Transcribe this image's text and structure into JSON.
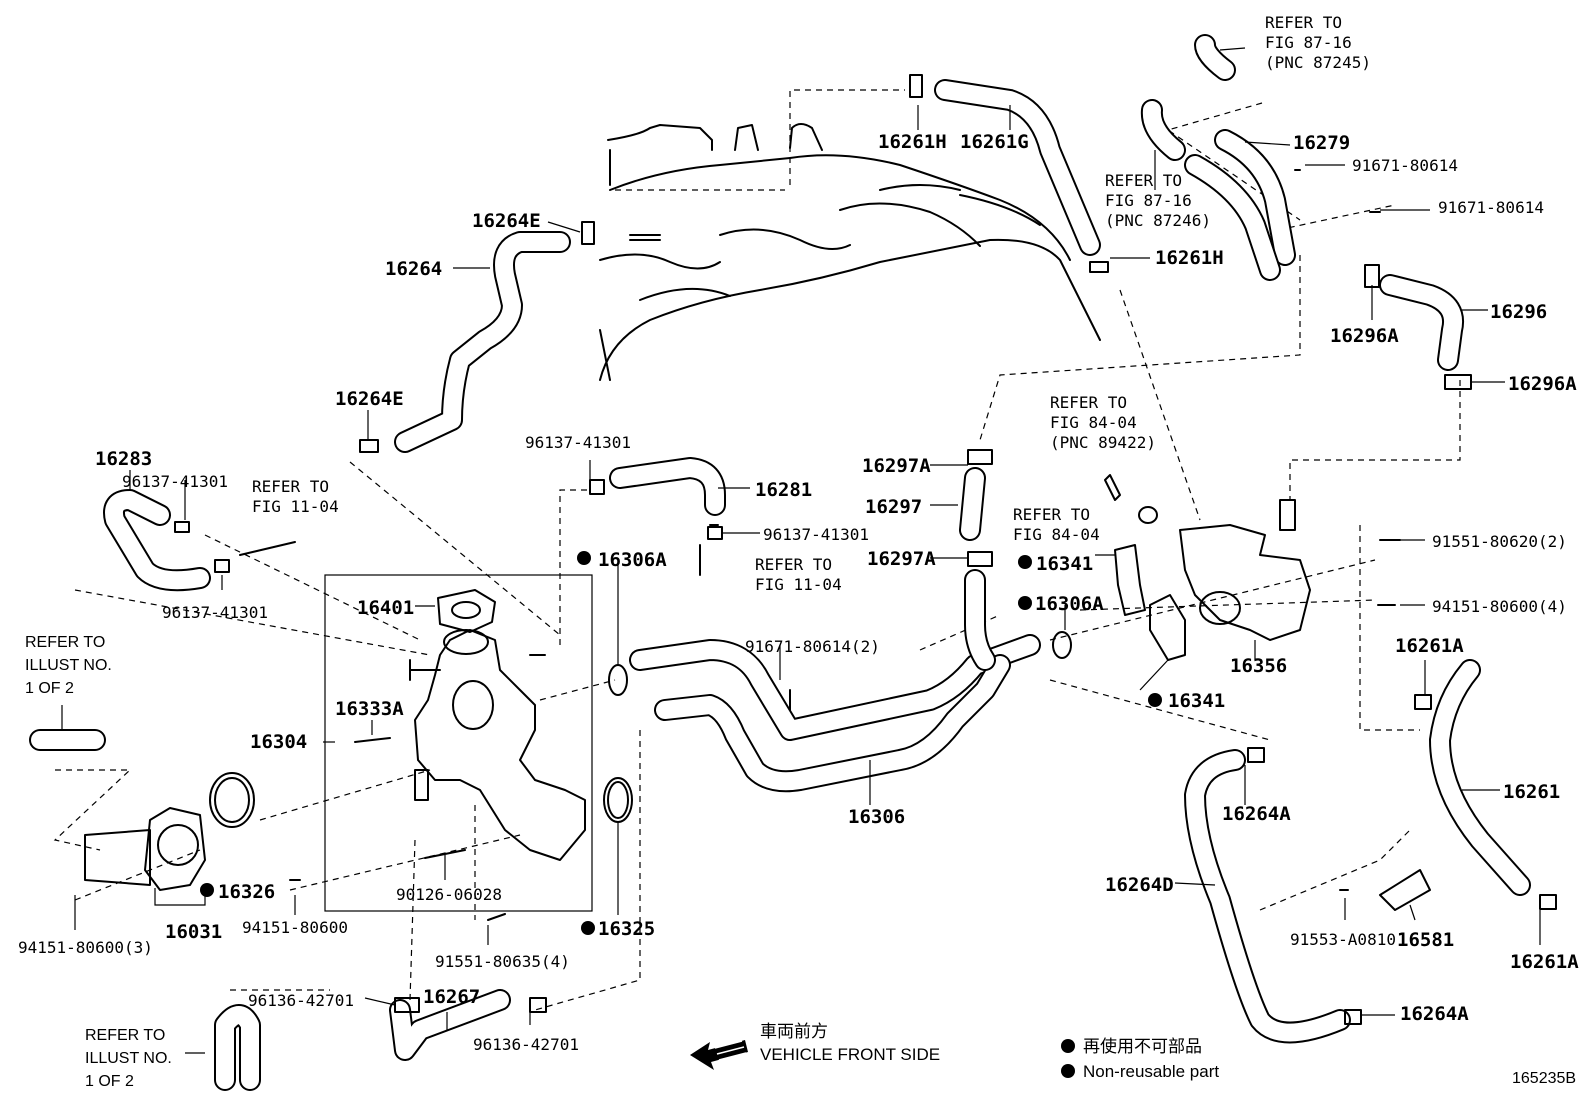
{
  "diagram_id": "165235B",
  "legend": {
    "jp": "再使用不可部品",
    "en": "Non-reusable part"
  },
  "direction": {
    "jp": "車両前方",
    "en": "VEHICLE FRONT SIDE"
  },
  "parts": [
    {
      "id": "p16261H_a",
      "text": "16261H"
    },
    {
      "id": "p16261G",
      "text": "16261G"
    },
    {
      "id": "p16279",
      "text": "16279"
    },
    {
      "id": "p91671_80614_a",
      "text": "91671-80614"
    },
    {
      "id": "p91671_80614_b",
      "text": "91671-80614"
    },
    {
      "id": "p16261H_b",
      "text": "16261H"
    },
    {
      "id": "p16296",
      "text": "16296"
    },
    {
      "id": "p16296A_a",
      "text": "16296A"
    },
    {
      "id": "p16296A_b",
      "text": "16296A"
    },
    {
      "id": "p16264E_a",
      "text": "16264E"
    },
    {
      "id": "p16264",
      "text": "16264"
    },
    {
      "id": "p16264E_b",
      "text": "16264E"
    },
    {
      "id": "p16283",
      "text": "16283"
    },
    {
      "id": "p96137_41301_a",
      "text": "96137-41301"
    },
    {
      "id": "p96137_41301_b",
      "text": "96137-41301"
    },
    {
      "id": "p96137_41301_c",
      "text": "96137-41301"
    },
    {
      "id": "p96137_41301_d",
      "text": "96137-41301"
    },
    {
      "id": "p16281",
      "text": "16281"
    },
    {
      "id": "p16306A_a",
      "text": "16306A"
    },
    {
      "id": "p16297A_a",
      "text": "16297A"
    },
    {
      "id": "p16297",
      "text": "16297"
    },
    {
      "id": "p16297A_b",
      "text": "16297A"
    },
    {
      "id": "p16341_a",
      "text": "16341"
    },
    {
      "id": "p16306A_b",
      "text": "16306A"
    },
    {
      "id": "p16341_b",
      "text": "16341"
    },
    {
      "id": "p16356",
      "text": "16356"
    },
    {
      "id": "p91551_80620",
      "text": "91551-80620(2)"
    },
    {
      "id": "p94151_80600_4",
      "text": "94151-80600(4)"
    },
    {
      "id": "p16261A_a",
      "text": "16261A"
    },
    {
      "id": "p16261",
      "text": "16261"
    },
    {
      "id": "p16261A_b",
      "text": "16261A"
    },
    {
      "id": "p16401",
      "text": "16401"
    },
    {
      "id": "p16333A",
      "text": "16333A"
    },
    {
      "id": "p16304",
      "text": "16304"
    },
    {
      "id": "p91671_80614_2",
      "text": "91671-80614(2)"
    },
    {
      "id": "p16306",
      "text": "16306"
    },
    {
      "id": "p16264A_a",
      "text": "16264A"
    },
    {
      "id": "p16264D",
      "text": "16264D"
    },
    {
      "id": "p16326",
      "text": "16326"
    },
    {
      "id": "p16031",
      "text": "16031"
    },
    {
      "id": "p94151_80600",
      "text": "94151-80600"
    },
    {
      "id": "p94151_80600_3",
      "text": "94151-80600(3)"
    },
    {
      "id": "p90126_06028",
      "text": "90126-06028"
    },
    {
      "id": "p16325",
      "text": "16325"
    },
    {
      "id": "p91551_80635",
      "text": "91551-80635(4)"
    },
    {
      "id": "p96136_42701_a",
      "text": "96136-42701"
    },
    {
      "id": "p16267",
      "text": "16267"
    },
    {
      "id": "p96136_42701_b",
      "text": "96136-42701"
    },
    {
      "id": "p91553_A0810",
      "text": "91553-A0810"
    },
    {
      "id": "p16581",
      "text": "16581"
    },
    {
      "id": "p16264A_b",
      "text": "16264A"
    }
  ],
  "refs": [
    {
      "id": "r1",
      "lines": [
        "REFER TO",
        "FIG 87-16",
        "(PNC 87245)"
      ]
    },
    {
      "id": "r2",
      "lines": [
        "REFER TO",
        "FIG 87-16",
        "(PNC 87246)"
      ]
    },
    {
      "id": "r3",
      "lines": [
        "REFER TO",
        "FIG 11-04"
      ]
    },
    {
      "id": "r4",
      "lines": [
        "REFER TO",
        "FIG 84-04",
        "(PNC 89422)"
      ]
    },
    {
      "id": "r5",
      "lines": [
        "REFER TO",
        "FIG 84-04"
      ]
    },
    {
      "id": "r6",
      "lines": [
        "REFER TO",
        "FIG 11-04"
      ]
    }
  ],
  "illust_refs": [
    {
      "id": "i1",
      "lines": [
        "REFER TO",
        "ILLUST NO.",
        "1 OF 2"
      ]
    },
    {
      "id": "i2",
      "lines": [
        "REFER TO",
        "ILLUST NO.",
        "1 OF 2"
      ]
    }
  ]
}
